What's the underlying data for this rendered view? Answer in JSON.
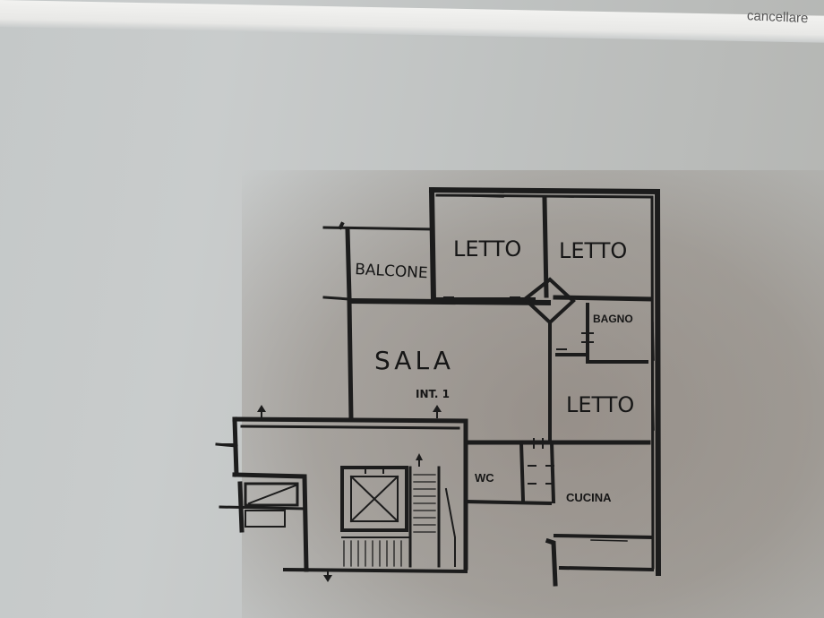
{
  "header": {
    "clipped_text": "cancellare"
  },
  "rooms": {
    "balcone": "BALCONE",
    "letto_1": "LETTO",
    "letto_2": "LETTO",
    "bagno": "BAGNO",
    "sala": "SALA",
    "interno": "INT. 1",
    "letto_3": "LETTO",
    "wc": "WC",
    "cucina": "CUCINA"
  },
  "colors": {
    "ink": "#1c1c1c",
    "paper": "#c4c8c8",
    "shadow": "#8a7d74"
  }
}
